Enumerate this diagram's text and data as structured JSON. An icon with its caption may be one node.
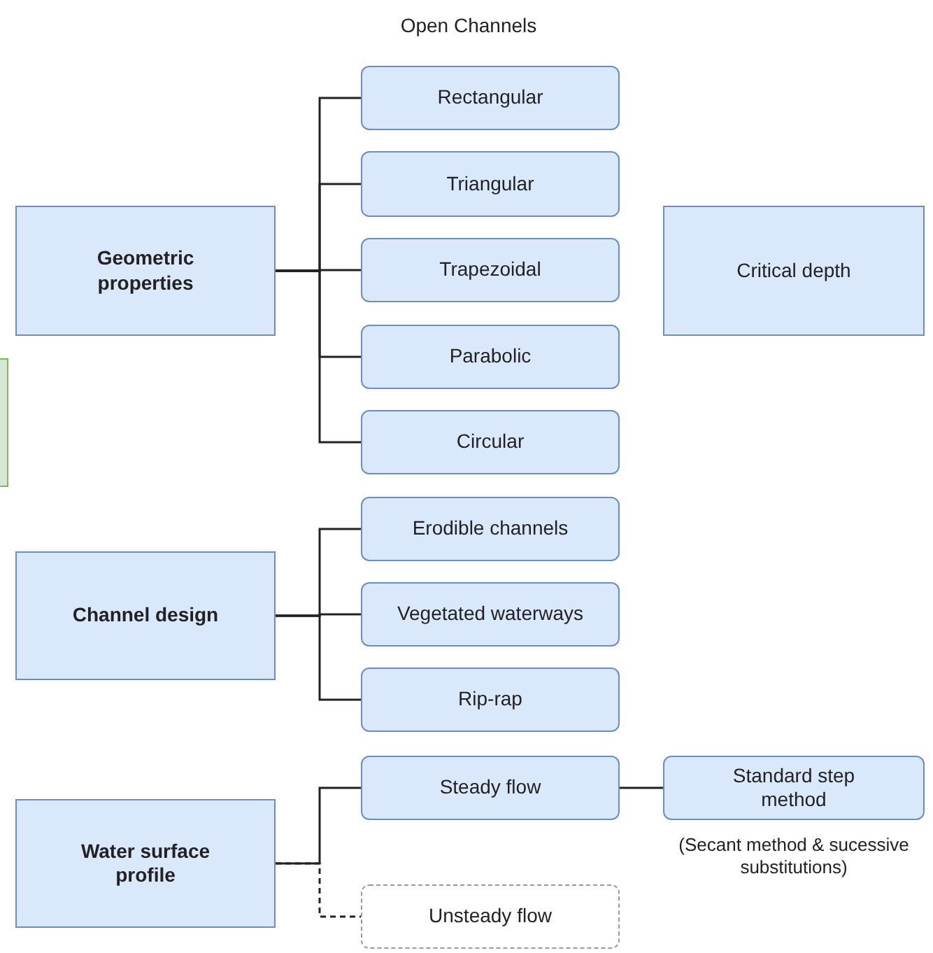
{
  "diagram": {
    "title": "Open Channels",
    "nodes": [
      {
        "text": [
          "Geometric properties"
        ]
      },
      {
        "text": [
          "Rectangular"
        ]
      },
      {
        "text": [
          "Triangular"
        ]
      },
      {
        "text": [
          "Trapezoidal"
        ]
      },
      {
        "text": [
          "Parabolic"
        ]
      },
      {
        "text": [
          "Circular"
        ]
      },
      {
        "text": [
          "Critical depth"
        ]
      },
      {
        "text": [],
        "shape": "box"
      },
      {
        "text": [
          "Channel design"
        ]
      },
      {
        "text": [
          "Erodible channels"
        ]
      },
      {
        "text": [
          "Vegetated waterways"
        ]
      },
      {
        "text": [
          "Rip-rap"
        ]
      },
      {
        "text": [
          "Water surface profile"
        ]
      },
      {
        "text": [
          "Steady flow"
        ]
      },
      {
        "text": [
          "Standard step method"
        ],
        "beside": [
          "(Secant method & sucessive substitutions)"
        ]
      },
      {
        "text": [
          "Unsteady flow"
        ]
      }
    ],
    "edges": [
      {
        "from": 0,
        "to": 1,
        "arrow": "none"
      },
      {
        "from": 0,
        "to": 2,
        "arrow": "none"
      },
      {
        "from": 0,
        "to": 3,
        "arrow": "none"
      },
      {
        "from": 0,
        "to": 4,
        "arrow": "none"
      },
      {
        "from": 0,
        "to": 5,
        "arrow": "none"
      },
      {
        "from": 8,
        "to": 9,
        "arrow": "none"
      },
      {
        "from": 8,
        "to": 10,
        "arrow": "none"
      },
      {
        "from": 8,
        "to": 11,
        "arrow": "none"
      },
      {
        "from": 12,
        "to": 13,
        "arrow": "none"
      },
      {
        "from": 13,
        "to": 14,
        "arrow": "none"
      },
      {
        "from": 12,
        "to": 15,
        "arrow": "none",
        "style": "dashed"
      }
    ]
  }
}
